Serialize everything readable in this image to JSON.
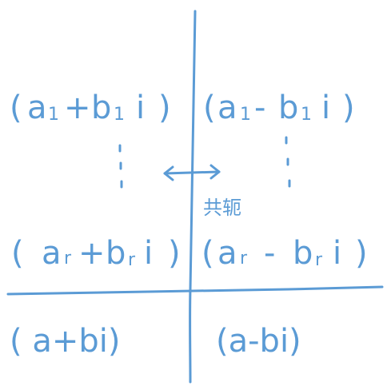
{
  "accent_color": "#5b9bd5",
  "top_left_expr": {
    "open": "(",
    "a": "a",
    "a_sub": "1",
    "op": "+",
    "b": "b",
    "b_sub": "1",
    "i": "i",
    "close": ")"
  },
  "top_right_expr": {
    "open": "(",
    "a": "a",
    "a_sub": "1",
    "op": "-",
    "b": "b",
    "b_sub": "1",
    "i": "i",
    "close": ")"
  },
  "mid_left_expr": {
    "open": "(",
    "a": "a",
    "a_sub": "r",
    "op": "+",
    "b": "b",
    "b_sub": "r",
    "i": "i",
    "close": ")"
  },
  "mid_right_expr": {
    "open": "(",
    "a": "a",
    "a_sub": "r",
    "op": "-",
    "b": "b",
    "b_sub": "r",
    "i": "i",
    "close": ")"
  },
  "conjugate_label": "共轭",
  "bottom_left_expr": "( a+bi)",
  "bottom_right_expr": "(a-bi)"
}
